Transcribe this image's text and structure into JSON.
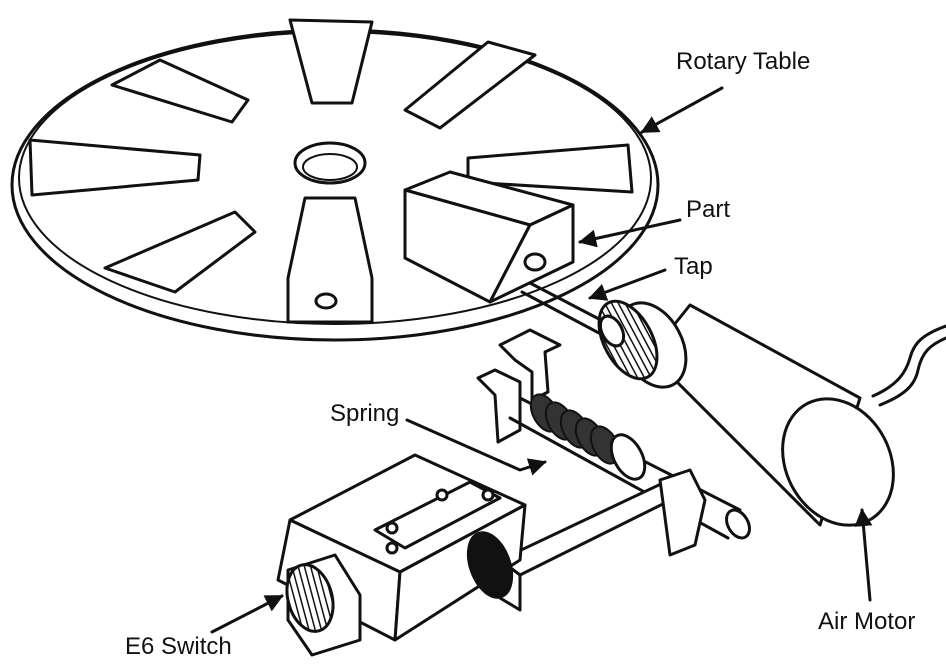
{
  "labels": {
    "rotary_table": "Rotary Table",
    "part": "Part",
    "tap": "Tap",
    "spring": "Spring",
    "air_motor": "Air Motor",
    "e6_switch": "E6 Switch"
  },
  "colors": {
    "ink": "#111111",
    "paper": "#ffffff"
  }
}
